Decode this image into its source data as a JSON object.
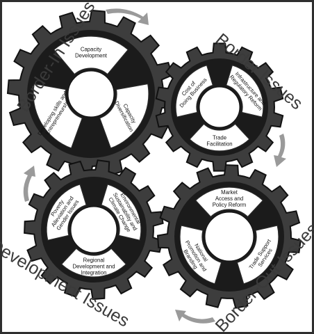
{
  "titles": {
    "top_left": "Border-In Issues",
    "top_right": "Border Issues",
    "bottom_left": "Development Issues",
    "bottom_right": "Border-Out Issues"
  },
  "gears": {
    "top_left": {
      "segments": [
        [
          "Capacity",
          "Development"
        ],
        [
          "Capacity",
          "Diversification"
        ],
        [
          "Developing skills and",
          "Entrepreneurship"
        ]
      ]
    },
    "top_right": {
      "segments": [
        [
          "Infrastructure and",
          "Regulatory Reform"
        ],
        [
          "Trade",
          "Facilitation"
        ],
        [
          "Cost of",
          "Doing Business"
        ]
      ]
    },
    "bottom_left": {
      "segments": [
        [
          "Environmental",
          "Sustainability and",
          "Climate Change"
        ],
        [
          "Regional",
          "Development and",
          "Integration"
        ],
        [
          "Poverty",
          "Alleviation and",
          "Gender Issues"
        ]
      ]
    },
    "bottom_right": {
      "segments": [
        [
          "Market",
          "Access and",
          "Policy Reform"
        ],
        [
          "Trade Support",
          "Services"
        ],
        [
          "National",
          "Promotion and",
          "Branding"
        ]
      ]
    }
  },
  "colors": {
    "gear": "#3d3d3d",
    "segment": "#ffffff",
    "arrow": "#9a9a9a",
    "title": "#3a3a3a"
  }
}
